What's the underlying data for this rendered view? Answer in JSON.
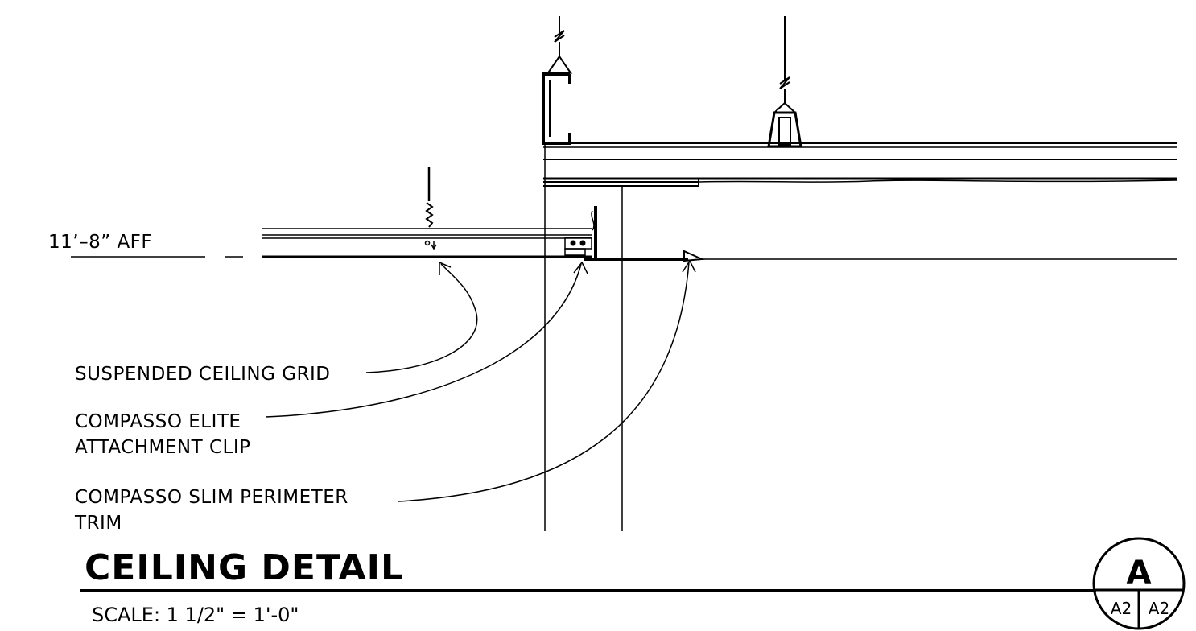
{
  "elevation_label": "11’–8” AFF",
  "callouts": [
    {
      "id": "grid",
      "line1": "SUSPENDED CEILING GRID",
      "line2": ""
    },
    {
      "id": "clip",
      "line1": "COMPASSO ELITE",
      "line2": "ATTACHMENT CLIP"
    },
    {
      "id": "trim",
      "line1": "COMPASSO SLIM PERIMETER",
      "line2": "TRIM"
    }
  ],
  "title": "CEILING DETAIL",
  "scale": "SCALE:  1 1/2\" = 1'-0\"",
  "detail_bubble": {
    "letter": "A",
    "sheet_left": "A2",
    "sheet_right": "A2"
  }
}
